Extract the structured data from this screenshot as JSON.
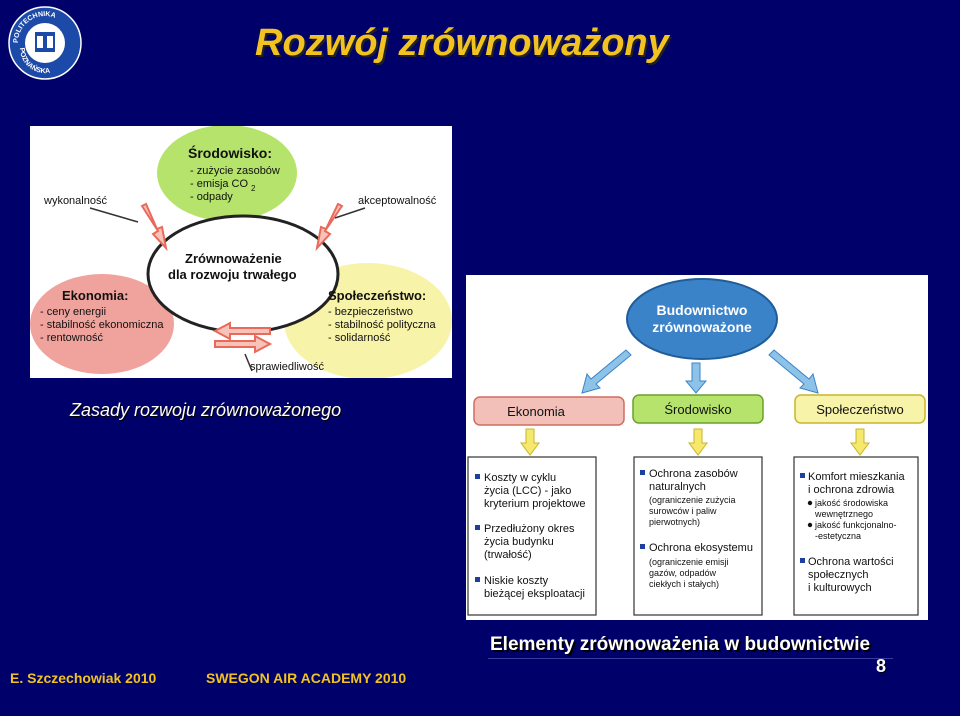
{
  "slide_title": "Rozwój zrównoważony",
  "logo": {
    "text_top": "POLITECHNIKA",
    "text_bottom": "POZNAŃSKA"
  },
  "left_diagram": {
    "center": {
      "line1": "Zrównoważenie",
      "line2": "dla rozwoju trwałego"
    },
    "environment": {
      "title": "Środowisko:",
      "items": [
        "- zużycie zasobów",
        "- emisja CO",
        "- odpady"
      ],
      "subscript": "2"
    },
    "economy": {
      "title": "Ekonomia:",
      "items": [
        "- ceny energii",
        "- stabilność ekonomiczna",
        "- rentowność"
      ]
    },
    "society": {
      "title": "Społeczeństwo:",
      "items": [
        "- bezpieczeństwo",
        "- stabilność polityczna",
        "- solidarność"
      ]
    },
    "links": {
      "top_left": "wykonalność",
      "top_right": "akceptowalność",
      "bottom": "sprawiedliwość"
    }
  },
  "left_caption": "Zasady rozwoju zrównoważonego",
  "right_diagram": {
    "top": {
      "line1": "Budownictwo",
      "line2": "zrównoważone"
    },
    "pillars": [
      "Ekonomia",
      "Środowisko",
      "Społeczeństwo"
    ],
    "col1": [
      {
        "lines": [
          "Koszty w cyklu",
          "życia (LCC) - jako",
          "kryterium projektowe"
        ]
      },
      {
        "lines": [
          "Przedłużony okres",
          "życia budynku",
          "(trwałość)"
        ]
      },
      {
        "lines": [
          "Niskie koszty",
          "bieżącej eksploatacji"
        ]
      }
    ],
    "col2": [
      {
        "lines": [
          "Ochrona zasobów",
          "naturalnych"
        ],
        "sub": [
          "(ograniczenie zużycia",
          " surowców i paliw",
          "pierwotnych)"
        ]
      },
      {
        "lines": [
          "Ochrona ekosystemu"
        ],
        "sub": [
          "(ograniczenie emisji",
          " gazów, odpadów",
          " ciekłych i stałych)"
        ]
      }
    ],
    "col3": [
      {
        "lines": [
          "Komfort mieszkania",
          "i ochrona zdrowia"
        ],
        "sub": [
          "jakość środowiska",
          "wewnętrznego",
          "jakość funkcjonalno-",
          "-estetyczna"
        ]
      },
      {
        "lines": [
          "Ochrona wartości",
          "społecznych",
          "i kulturowych"
        ]
      }
    ]
  },
  "right_caption": "Elementy zrównoważenia w budownictwie",
  "page_number": "8",
  "footer": {
    "author": "E. Szczechowiak 2010",
    "academy": "SWEGON AIR ACADEMY 2010"
  },
  "colors": {
    "title": "#f2c320",
    "background": "#00006a",
    "green": "#b5e36b",
    "pink": "#f0a39c",
    "yellow": "#f7f3a8",
    "blue": "#3b83c9"
  }
}
